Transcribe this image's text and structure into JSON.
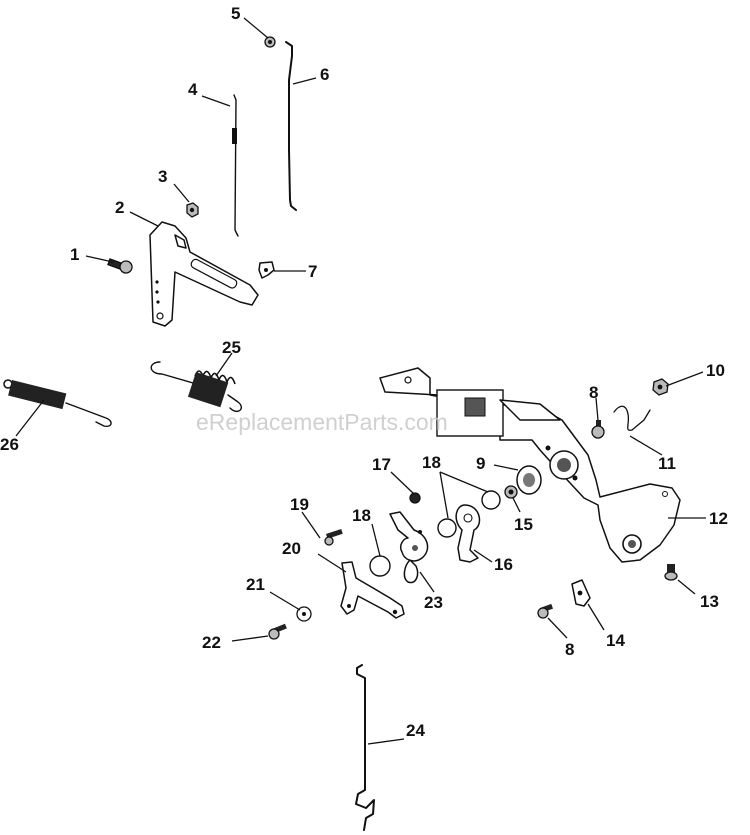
{
  "watermark": "eReplacementParts.com",
  "callouts": [
    {
      "id": "c1",
      "label": "1"
    },
    {
      "id": "c2",
      "label": "2"
    },
    {
      "id": "c3",
      "label": "3"
    },
    {
      "id": "c4",
      "label": "4"
    },
    {
      "id": "c5",
      "label": "5"
    },
    {
      "id": "c6",
      "label": "6"
    },
    {
      "id": "c7",
      "label": "7"
    },
    {
      "id": "c8a",
      "label": "8"
    },
    {
      "id": "c8b",
      "label": "8"
    },
    {
      "id": "c9",
      "label": "9"
    },
    {
      "id": "c10",
      "label": "10"
    },
    {
      "id": "c11",
      "label": "11"
    },
    {
      "id": "c12",
      "label": "12"
    },
    {
      "id": "c13",
      "label": "13"
    },
    {
      "id": "c14",
      "label": "14"
    },
    {
      "id": "c15",
      "label": "15"
    },
    {
      "id": "c16",
      "label": "16"
    },
    {
      "id": "c17",
      "label": "17"
    },
    {
      "id": "c18a",
      "label": "18"
    },
    {
      "id": "c18b",
      "label": "18"
    },
    {
      "id": "c19",
      "label": "19"
    },
    {
      "id": "c20",
      "label": "20"
    },
    {
      "id": "c21",
      "label": "21"
    },
    {
      "id": "c22",
      "label": "22"
    },
    {
      "id": "c23",
      "label": "23"
    },
    {
      "id": "c24",
      "label": "24"
    },
    {
      "id": "c25",
      "label": "25"
    },
    {
      "id": "c26",
      "label": "26"
    }
  ]
}
